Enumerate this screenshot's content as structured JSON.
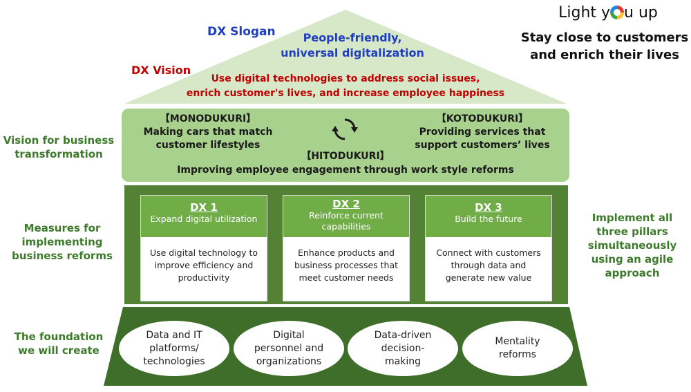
{
  "brand": {
    "name_pre": "Light y",
    "name_post": "u up",
    "tagline": "Stay close to customers and enrich their lives"
  },
  "slogan": {
    "label": "DX Slogan",
    "text_line1": "People-friendly,",
    "text_line2": "universal digitalization",
    "color": "#1f3fbf"
  },
  "vision": {
    "label": "DX Vision",
    "text_line1": "Use digital technologies to address social issues,",
    "text_line2": "enrich customer's lives, and increase employee happiness",
    "color": "#c00000"
  },
  "side_labels": {
    "vision_transformation_line1": "Vision for business",
    "vision_transformation_line2": "transformation",
    "measures_line1": "Measures for",
    "measures_line2": "implementing",
    "measures_line3": "business reforms",
    "foundation_line1": "The foundation",
    "foundation_line2": "we will create",
    "agile_line1": "Implement all",
    "agile_line2": "three pillars",
    "agile_line3": "simultaneously",
    "agile_line4": "using an agile",
    "agile_line5": "approach"
  },
  "vision_band": {
    "monodukuri_title": "【MONODUKURI】",
    "monodukuri_line1": "Making cars that match",
    "monodukuri_line2": "customer lifestyles",
    "kotodukuri_title": "【KOTODUKURI】",
    "kotodukuri_line1": "Providing services that",
    "kotodukuri_line2": "support customers’ lives",
    "hitodukuri_title": "【HITODUKURI】",
    "hitodukuri_text": "Improving employee engagement through work style reforms"
  },
  "pillars": [
    {
      "title": "DX 1",
      "subtitle_line1": "Expand digital utilization",
      "subtitle_line2": "",
      "body_line1": "Use digital technology to",
      "body_line2": "improve efficiency and",
      "body_line3": "productivity"
    },
    {
      "title": "DX 2",
      "subtitle_line1": "Reinforce current",
      "subtitle_line2": "capabilities",
      "body_line1": "Enhance products and",
      "body_line2": "business processes that",
      "body_line3": "meet customer needs"
    },
    {
      "title": "DX 3",
      "subtitle_line1": "Build the future",
      "subtitle_line2": "",
      "body_line1": "Connect with customers",
      "body_line2": "through data and",
      "body_line3": "generate new value"
    }
  ],
  "foundation": [
    {
      "line1": "Data and IT",
      "line2": "platforms/",
      "line3": "technologies"
    },
    {
      "line1": "Digital",
      "line2": "personnel and",
      "line3": "organizations"
    },
    {
      "line1": "Data-driven",
      "line2": "decision-",
      "line3": "making"
    },
    {
      "line1": "Mentality",
      "line2": "reforms",
      "line3": ""
    }
  ],
  "colors": {
    "roof": "#d7e8c9",
    "vision_band": "#a9d18e",
    "measures_band": "#548235",
    "card_header": "#70ad47",
    "foundation": "#3f6e2a",
    "side_label": "#3d7a2b"
  },
  "icons": {
    "cycle": "recycle-arrows-icon"
  }
}
